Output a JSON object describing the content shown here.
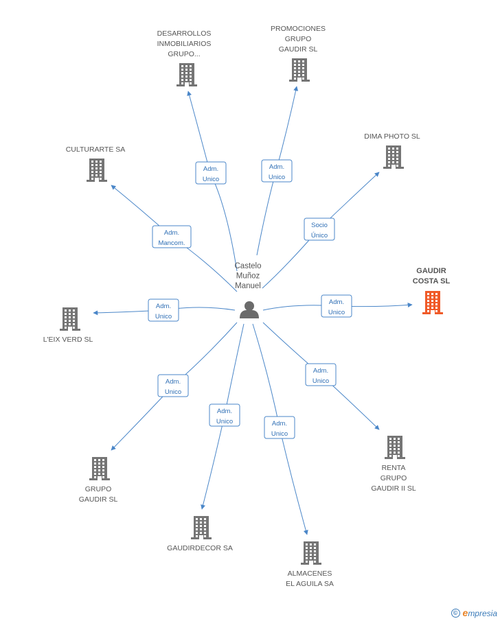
{
  "center": {
    "name_lines": [
      "Castelo",
      "Muñoz",
      "Manuel"
    ],
    "icon": "person-icon"
  },
  "nodes": [
    {
      "id": "desarrollos",
      "lines": [
        "DESARROLLOS",
        "INMOBILIARIOS",
        "GRUPO..."
      ],
      "icon": "building-icon"
    },
    {
      "id": "promociones",
      "lines": [
        "PROMOCIONES",
        "GRUPO",
        "GAUDIR SL"
      ],
      "icon": "building-icon"
    },
    {
      "id": "culturarte",
      "lines": [
        "CULTURARTE SA"
      ],
      "icon": "building-icon"
    },
    {
      "id": "dima",
      "lines": [
        "DIMA PHOTO SL"
      ],
      "icon": "building-icon"
    },
    {
      "id": "gaudir-costa",
      "lines": [
        "GAUDIR",
        "COSTA SL"
      ],
      "icon": "building-icon",
      "highlight": true
    },
    {
      "id": "leix",
      "lines": [
        "L'EIX VERD SL"
      ],
      "icon": "building-icon"
    },
    {
      "id": "grupo-gaudir",
      "lines": [
        "GRUPO",
        "GAUDIR SL"
      ],
      "icon": "building-icon"
    },
    {
      "id": "gaudirdecor",
      "lines": [
        "GAUDIRDECOR SA"
      ],
      "icon": "building-icon"
    },
    {
      "id": "almacenes",
      "lines": [
        "ALMACENES",
        "EL AGUILA SA"
      ],
      "icon": "building-icon"
    },
    {
      "id": "renta",
      "lines": [
        "RENTA",
        "GRUPO",
        "GAUDIR II SL"
      ],
      "icon": "building-icon"
    }
  ],
  "edges": [
    {
      "to": "desarrollos",
      "lines": [
        "Adm.",
        "Unico"
      ]
    },
    {
      "to": "promociones",
      "lines": [
        "Adm.",
        "Unico"
      ]
    },
    {
      "to": "culturarte",
      "lines": [
        "Adm.",
        "Mancom."
      ]
    },
    {
      "to": "dima",
      "lines": [
        "Socio",
        "Único"
      ]
    },
    {
      "to": "gaudir-costa",
      "lines": [
        "Adm.",
        "Unico"
      ]
    },
    {
      "to": "leix",
      "lines": [
        "Adm.",
        "Unico"
      ]
    },
    {
      "to": "grupo-gaudir",
      "lines": [
        "Adm.",
        "Unico"
      ]
    },
    {
      "to": "gaudirdecor",
      "lines": [
        "Adm.",
        "Unico"
      ]
    },
    {
      "to": "almacenes",
      "lines": [
        "Adm.",
        "Unico"
      ]
    },
    {
      "to": "renta",
      "lines": [
        "Adm.",
        "Unico"
      ]
    }
  ],
  "colors": {
    "edge": "#4a86c8",
    "building": "#757575",
    "highlight": "#f05a28",
    "person": "#6b6b6b"
  },
  "footer": {
    "copyright": "©",
    "brand_initial": "e",
    "brand_rest": "mpresia"
  }
}
